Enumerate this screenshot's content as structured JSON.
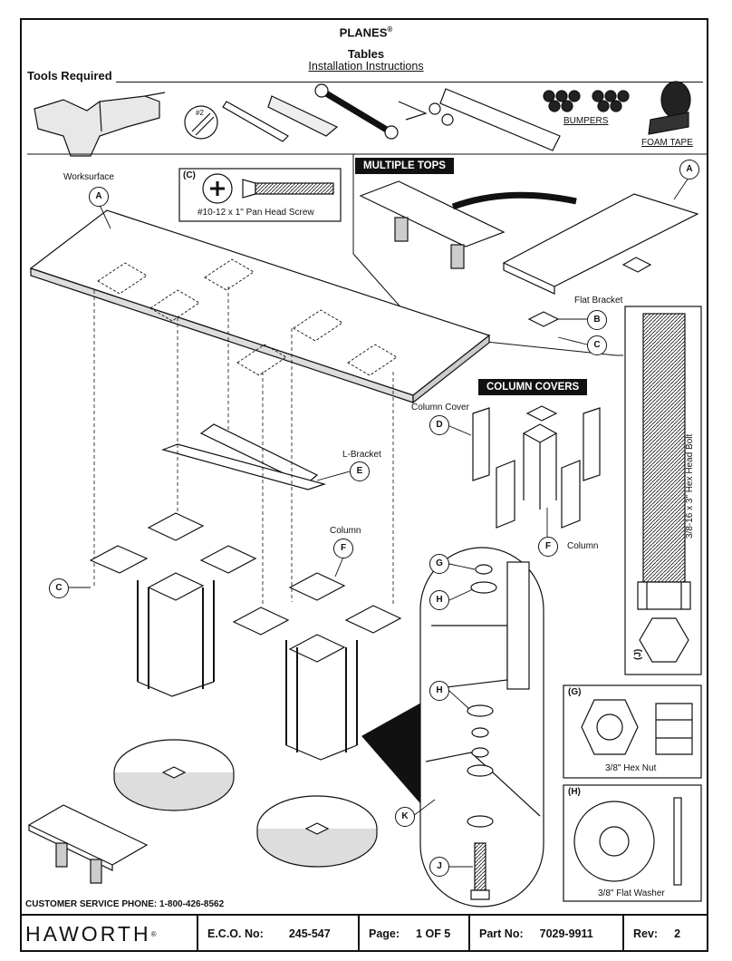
{
  "header": {
    "brand": "PLANES",
    "brand_mark": "®",
    "product": "Tables",
    "doc_type": "Installation Instructions"
  },
  "tools": {
    "heading": "Tools Required",
    "bit_label": "#2",
    "bumpers_label": "BUMPERS",
    "foam_tape_label": "FOAM TAPE"
  },
  "main": {
    "worksurface_label": "Worksurface",
    "l_bracket_label": "L-Bracket",
    "column_label": "Column",
    "screw_box_tag": "(C)",
    "screw_label": "#10-12 x 1\" Pan Head Screw"
  },
  "multiple_tops": {
    "banner": "MULTIPLE TOPS",
    "flat_bracket_label": "Flat Bracket"
  },
  "column_covers": {
    "banner": "COLUMN COVERS",
    "cover_label": "Column Cover",
    "column_label": "Column"
  },
  "hardware": {
    "bolt_tag": "(J)",
    "bolt_label": "3/8-16 x 3\" Hex Head Bolt",
    "nut_tag": "(G)",
    "nut_label": "3/8\" Hex Nut",
    "washer_tag": "(H)",
    "washer_label": "3/8\" Flat Washer"
  },
  "callouts": {
    "a": "A",
    "b": "B",
    "c": "C",
    "d": "D",
    "e": "E",
    "f": "F",
    "g": "G",
    "h": "H",
    "j": "J",
    "k": "K"
  },
  "footer": {
    "phone": "CUSTOMER SERVICE PHONE: 1-800-426-8562",
    "logo": "HAWORTH",
    "logo_mark": "®",
    "eco_label": "E.C.O. No:",
    "eco_value": "245-547",
    "page_label": "Page:",
    "page_value": "1 OF 5",
    "part_label": "Part No:",
    "part_value": "7029-9911",
    "rev_label": "Rev:",
    "rev_value": "2"
  },
  "colors": {
    "ink": "#111111",
    "shade": "#cfcfcf"
  }
}
